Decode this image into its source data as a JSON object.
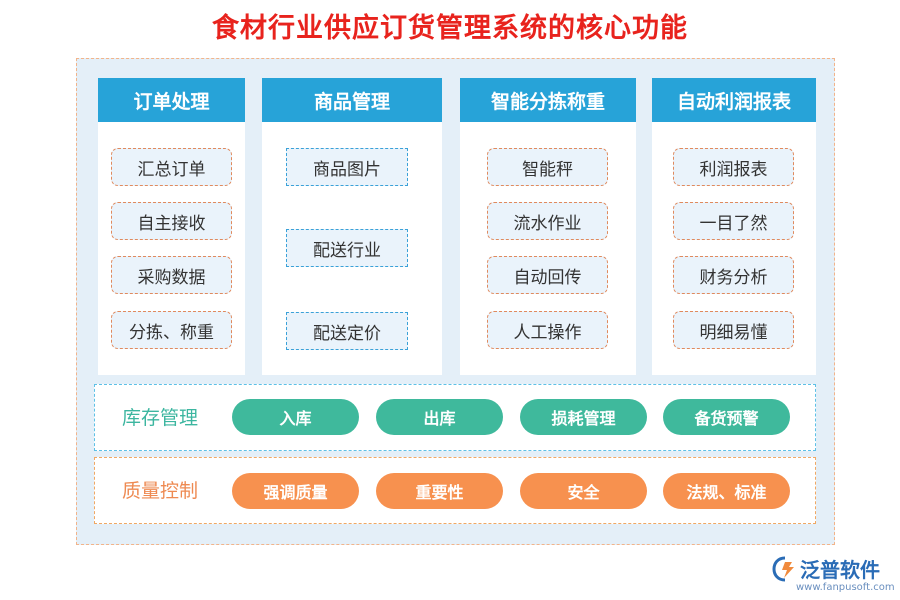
{
  "title": "食材行业供应订货管理系统的核心功能",
  "columns": [
    {
      "header": "订单处理",
      "items": [
        "汇总订单",
        "自主接收",
        "采购数据",
        "分拣、称重"
      ]
    },
    {
      "header": "商品管理",
      "items": [
        "商品图片",
        "配送行业",
        "配送定价"
      ]
    },
    {
      "header": "智能分拣称重",
      "items": [
        "智能秤",
        "流水作业",
        "自动回传",
        "人工操作"
      ]
    },
    {
      "header": "自动利润报表",
      "items": [
        "利润报表",
        "一目了然",
        "财务分析",
        "明细易懂"
      ]
    }
  ],
  "inventory": {
    "label": "库存管理",
    "items": [
      "入库",
      "出库",
      "损耗管理",
      "备货预警"
    ]
  },
  "quality": {
    "label": "质量控制",
    "items": [
      "强调质量",
      "重要性",
      "安全",
      "法规、标准"
    ]
  },
  "logo": {
    "name": "泛普软件",
    "url": "www.fanpusoft.com",
    "icon": "fanpu-logo-icon"
  },
  "colors": {
    "title": "#e8231d",
    "header_blue": "#27a3d8",
    "teal": "#3fb99c",
    "orange": "#f7914f",
    "frame_bg": "#e4eff8"
  }
}
